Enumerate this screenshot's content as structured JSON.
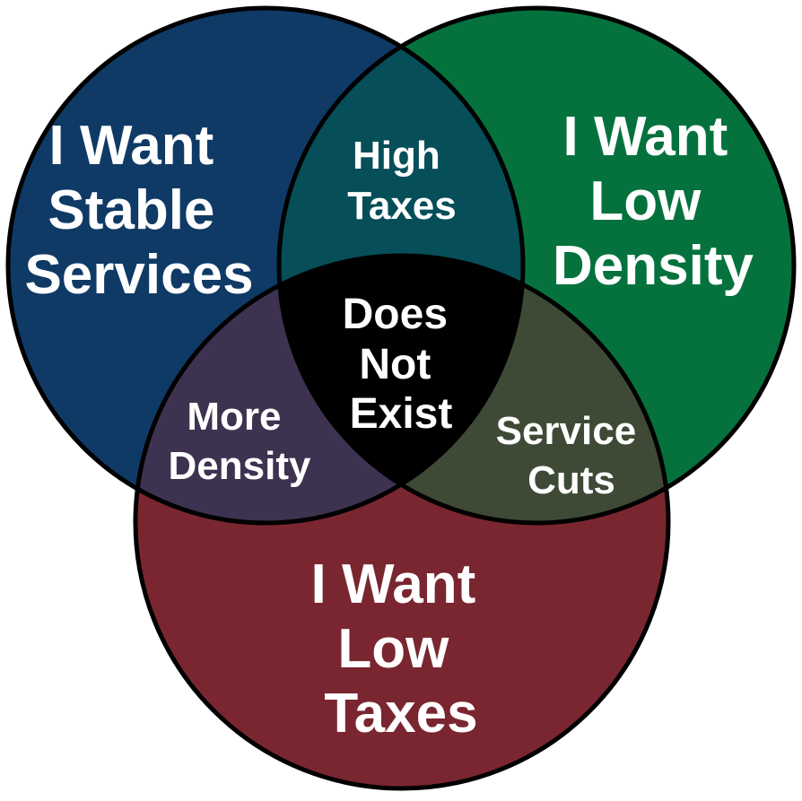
{
  "diagram": {
    "type": "venn-3",
    "sets": {
      "services": {
        "lines": [
          "I Want",
          "Stable",
          "Services"
        ],
        "color": "#0f3a66"
      },
      "density": {
        "lines": [
          "I Want",
          "Low",
          "Density"
        ],
        "color": "#05723e"
      },
      "taxes": {
        "lines": [
          "I Want",
          "Low",
          "Taxes"
        ],
        "color": "#7a2630"
      }
    },
    "overlaps": {
      "services_density": {
        "lines": [
          "High",
          "Taxes"
        ],
        "color": "#064e58"
      },
      "services_taxes": {
        "lines": [
          "More",
          "Density"
        ],
        "color": "#3d3350"
      },
      "density_taxes": {
        "lines": [
          "Service",
          "Cuts"
        ],
        "color": "#3e4a35"
      },
      "services_density_taxes": {
        "lines": [
          "Does",
          "Not",
          "Exist"
        ],
        "color": "#000000"
      }
    },
    "outline_color": "#000000"
  }
}
